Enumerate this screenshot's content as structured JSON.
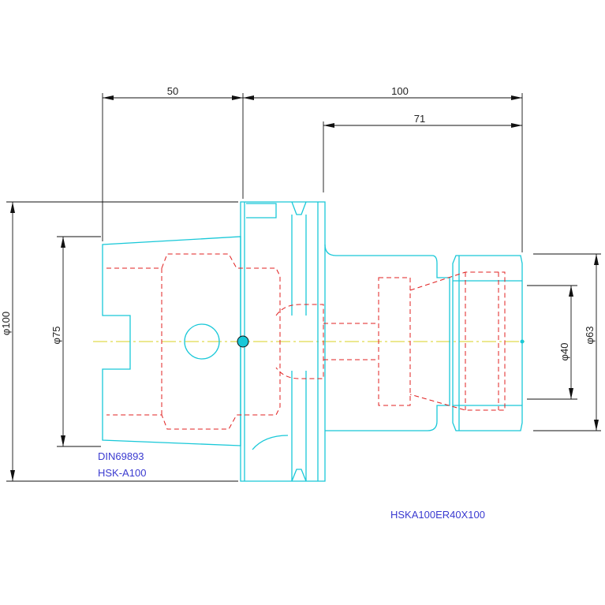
{
  "drawing": {
    "dimensions": {
      "flange_length": "50",
      "total_length": "100",
      "nose_length": "71",
      "dia_flange": "φ100",
      "dia_taper": "φ75",
      "dia_nut": "φ63",
      "dia_collet": "φ40"
    },
    "notes": {
      "standard": "DIN69893",
      "shank": "HSK-A100",
      "part_number": "HSKA100ER40X100"
    }
  }
}
